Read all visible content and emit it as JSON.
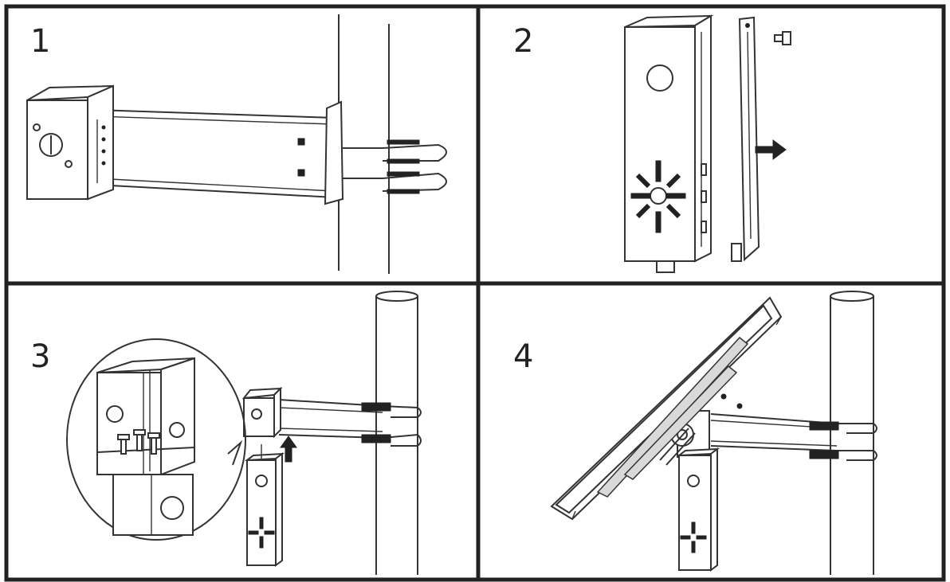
{
  "colors": {
    "stroke": "#333333",
    "border": "#222222",
    "background": "#ffffff"
  },
  "steps": [
    {
      "number": "1"
    },
    {
      "number": "2"
    },
    {
      "number": "3"
    },
    {
      "number": "4"
    }
  ]
}
